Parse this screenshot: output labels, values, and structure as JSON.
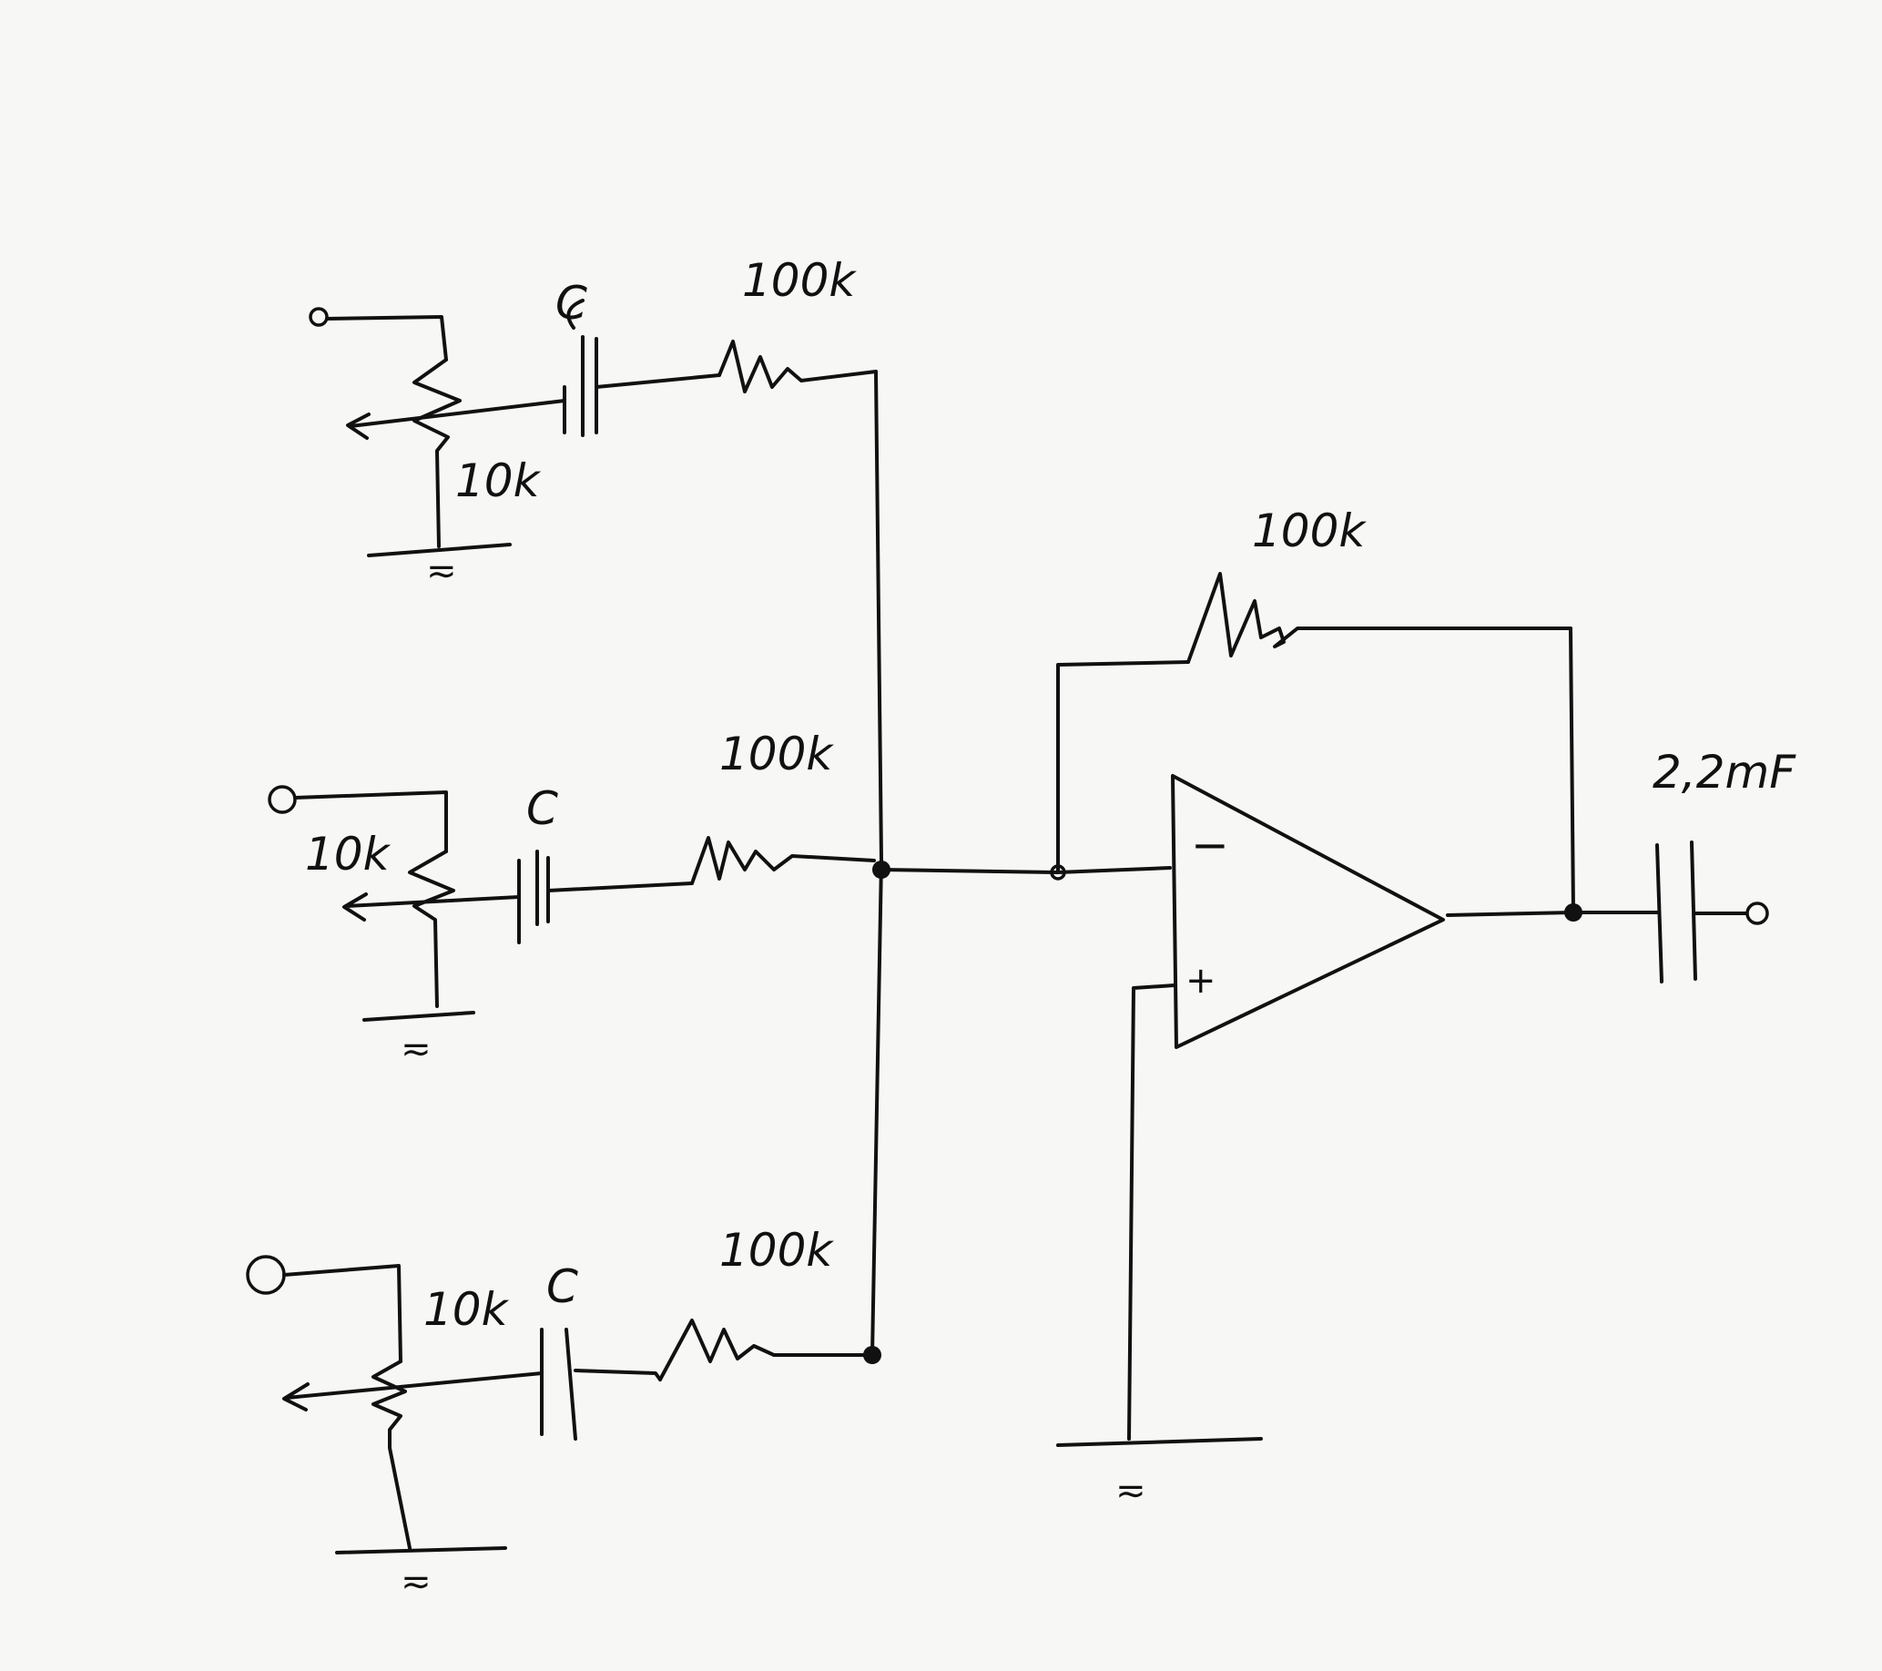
{
  "paper": {
    "background": "#f7f7f5",
    "ink": "#111111"
  },
  "inputs": [
    {
      "pot_label": "10k",
      "cap_label": "C",
      "resistor_label": "100k"
    },
    {
      "pot_label": "10k",
      "cap_label": "C",
      "resistor_label": "100k"
    },
    {
      "pot_label": "10k",
      "cap_label": "C",
      "resistor_label": "100k"
    }
  ],
  "feedback": {
    "resistor_label": "100k"
  },
  "opamp": {
    "inverting_sign": "−",
    "noninverting_sign": "+"
  },
  "output": {
    "cap_label": "2,2mF"
  },
  "ground_mark": "≂"
}
